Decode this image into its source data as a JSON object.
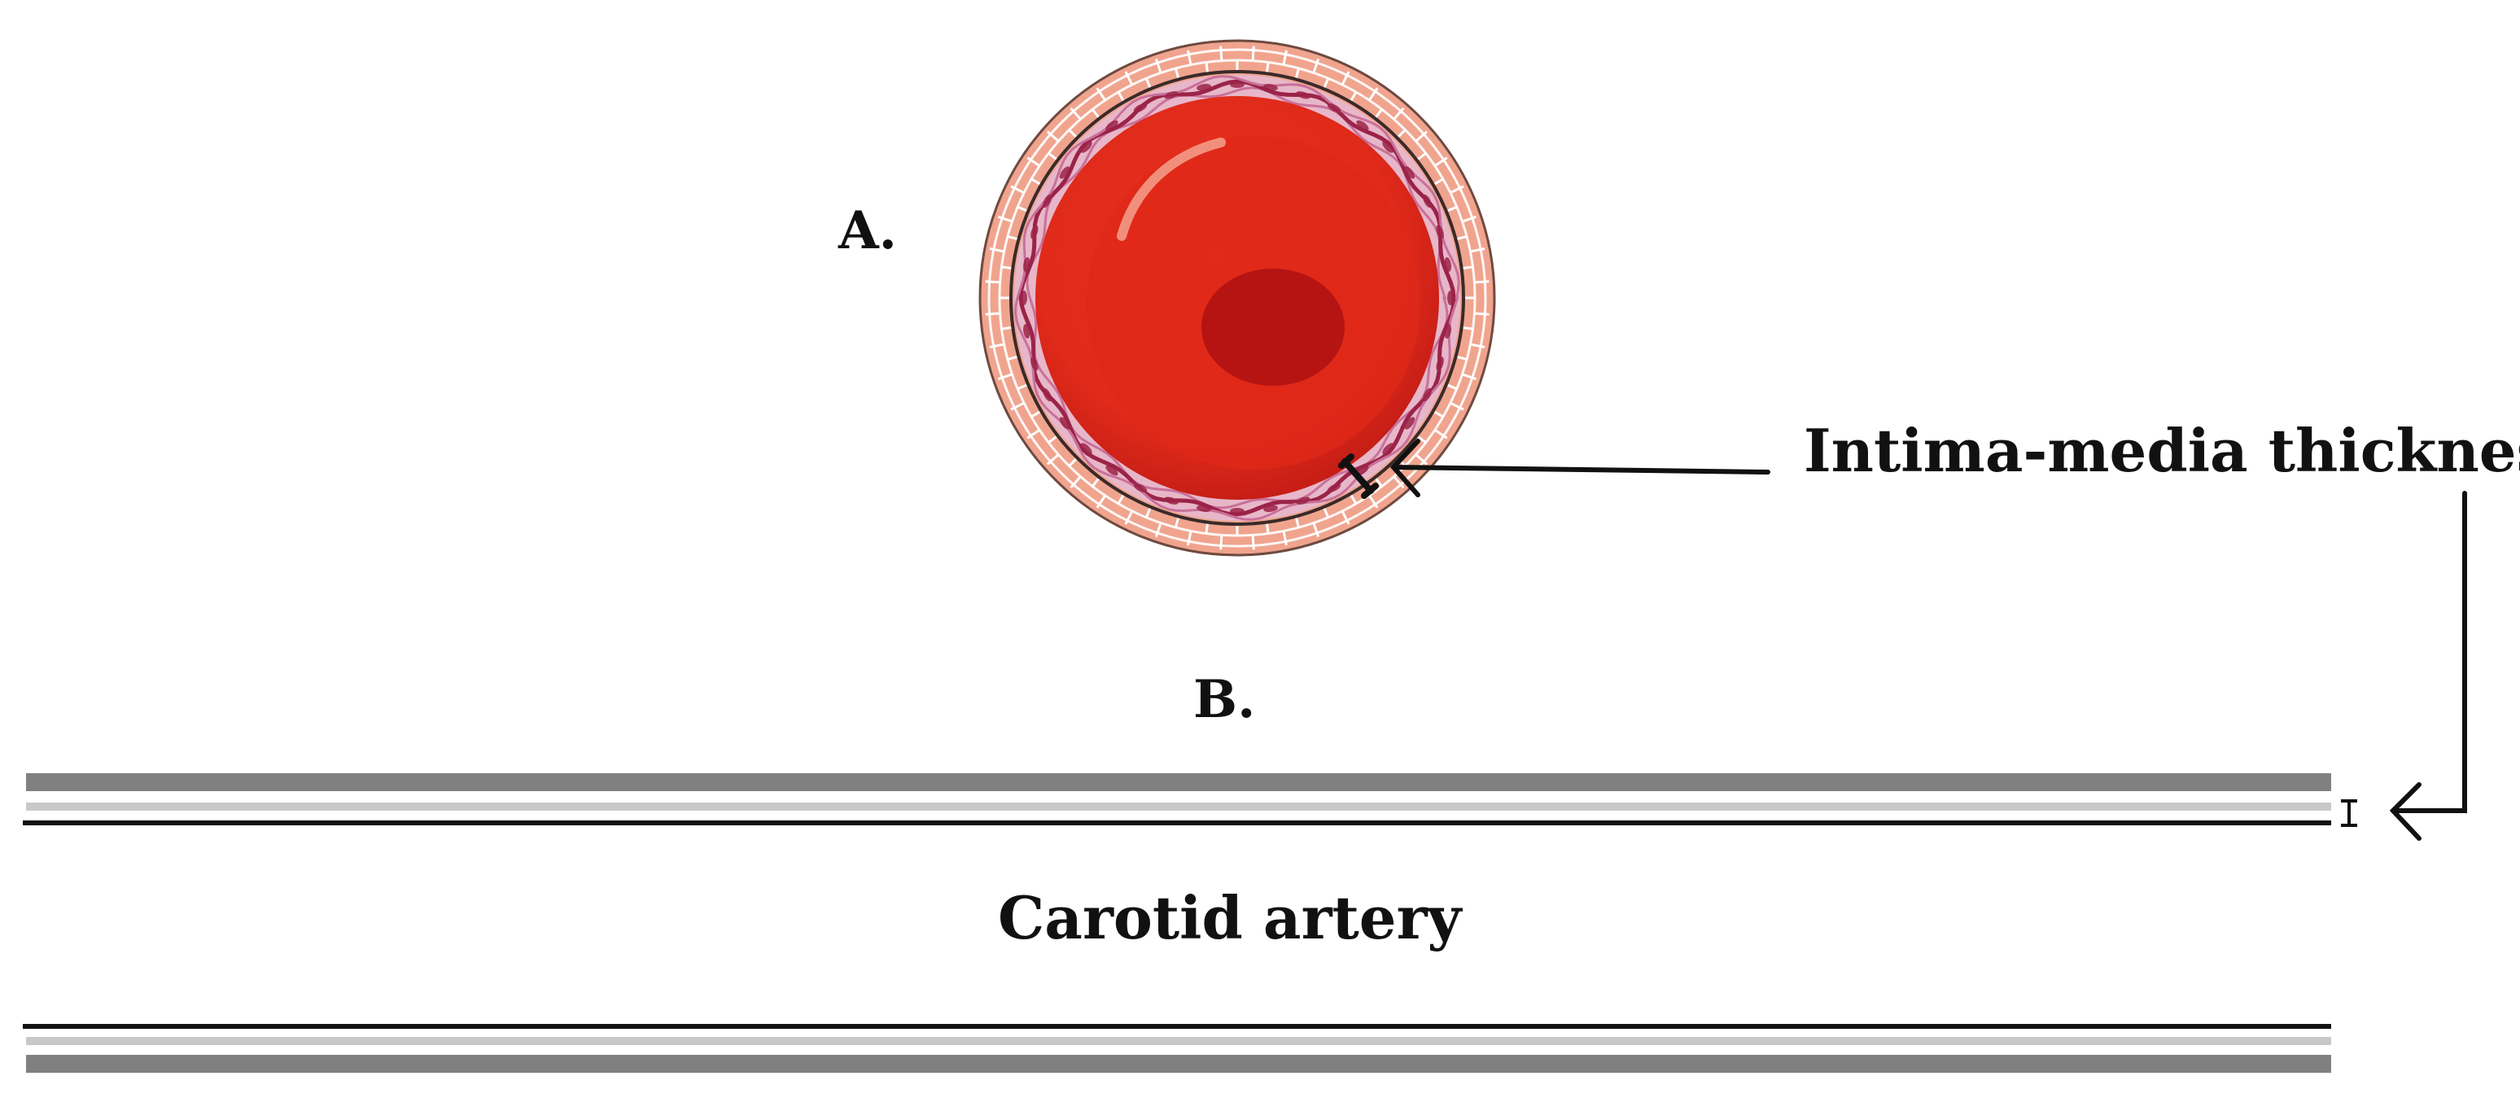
{
  "labels": {
    "panel_a": "A.",
    "panel_b": "B.",
    "imt": "Intima-media thickness",
    "carotid": "Carotid artery"
  },
  "colors": {
    "adventitia": "#f0a48e",
    "adventitia_lines": "#ffffff",
    "media_purple": "#c9709a",
    "media_dark": "#9b2348",
    "lumen": "#e52b1e",
    "lumen_inner": "#d92415",
    "clot": "#b51413",
    "vessel_wall_gray": "#808080",
    "vessel_wall_light": "#c8c8c8",
    "line_black": "#111111"
  },
  "icons": {
    "imt_marker": "i-beam-marker",
    "pointer": "open-arrowhead"
  }
}
